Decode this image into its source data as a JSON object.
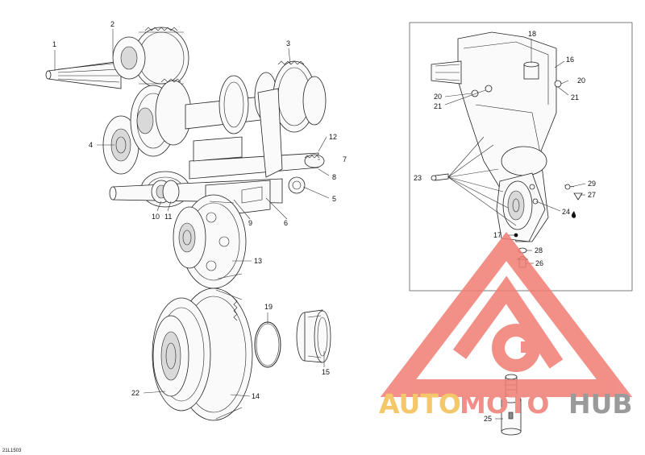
{
  "drawing_code": "21L1503",
  "watermark": {
    "part1": "AUTO",
    "part2": "MOTO",
    "part3": "HUB",
    "color_part1": "#f5c76b",
    "color_part2": "#f08f88",
    "color_part3": "#9a9a9a",
    "logo_color": "#f07d74"
  },
  "callouts": {
    "c1": "1",
    "c2": "2",
    "c3": "3",
    "c4": "4",
    "c5": "5",
    "c6": "6",
    "c7": "7",
    "c8": "8",
    "c9": "9",
    "c10": "10",
    "c11": "11",
    "c12": "12",
    "c13": "13",
    "c14": "14",
    "c15": "15",
    "c16": "16",
    "c17": "17",
    "c18": "18",
    "c19": "19",
    "c20a": "20",
    "c20b": "20",
    "c21a": "21",
    "c21b": "21",
    "c22": "22",
    "c23": "23",
    "c24": "24",
    "c25": "25",
    "c26": "26",
    "c27": "27",
    "c28": "28",
    "c29": "29"
  }
}
